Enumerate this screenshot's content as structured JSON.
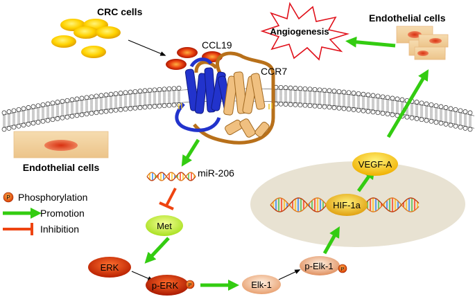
{
  "labels": {
    "crc_cells": "CRC cells",
    "ccl19": "CCL19",
    "ccr7": "CCR7",
    "angiogenesis": "Angiogenesis",
    "endothelial_cells_top": "Endothelial cells",
    "endothelial_cells_left": "Endothelial cells",
    "mir206": "miR-206",
    "met": "Met",
    "erk": "ERK",
    "p_erk": "p-ERK",
    "elk1": "Elk-1",
    "p_elk1": "p-Elk-1",
    "hif1a": "HIF-1a",
    "vegfa": "VEGF-A",
    "phospho_badge": "P"
  },
  "legend": {
    "phosphorylation": "Phosphorylation",
    "promotion": "Promotion",
    "inhibition": "Inhibition"
  },
  "colors": {
    "promotion_arrow": "#33cc11",
    "inhibition": "#ee4411",
    "ccr7_blue": "#2233cc",
    "ccr7_tan": "#f0c080",
    "ccr7_brown": "#b8701a",
    "nucleus": "#e8e2d2",
    "crc_yellow": "#ffd200"
  }
}
